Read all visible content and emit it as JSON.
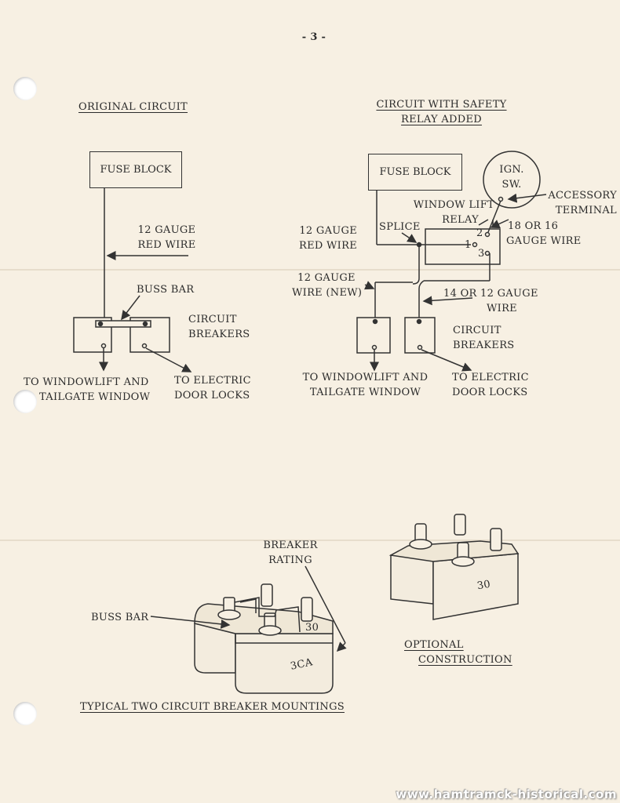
{
  "page_number": "- 3 -",
  "original": {
    "heading": "ORIGINAL CIRCUIT",
    "fuse_block": "FUSE BLOCK",
    "wire_label": [
      "12 GAUGE",
      "RED WIRE"
    ],
    "buss_bar": "BUSS BAR",
    "breakers": [
      "CIRCUIT",
      "BREAKERS"
    ],
    "out_left": [
      "TO WINDOWLIFT AND",
      "TAILGATE WINDOW"
    ],
    "out_right": [
      "TO ELECTRIC",
      "DOOR LOCKS"
    ]
  },
  "relay": {
    "heading": [
      "CIRCUIT WITH SAFETY",
      "RELAY ADDED"
    ],
    "fuse_block": "FUSE BLOCK",
    "ign_sw": [
      "IGN.",
      "SW."
    ],
    "accessory": [
      "ACCESSORY",
      "TERMINAL"
    ],
    "relay_label": [
      "WINDOW LIFT",
      "RELAY"
    ],
    "terminal_2": "2",
    "terminal_1": "1",
    "terminal_3": "3",
    "splice": "SPLICE",
    "wire_red": [
      "12 GAUGE",
      "RED WIRE"
    ],
    "gauge_18": [
      "18 OR 16",
      "GAUGE WIRE"
    ],
    "wire_new": [
      "12 GAUGE",
      "WIRE (NEW)"
    ],
    "wire_14": [
      "14 OR 12 GAUGE",
      "WIRE"
    ],
    "breakers": [
      "CIRCUIT",
      "BREAKERS"
    ],
    "out_left": [
      "TO WINDOWLIFT AND",
      "TAILGATE WINDOW"
    ],
    "out_right": [
      "TO ELECTRIC",
      "DOOR LOCKS"
    ]
  },
  "mountings": {
    "breaker_rating": [
      "BREAKER",
      "RATING"
    ],
    "buss_bar": "BUSS BAR",
    "rating_top": "30",
    "rating_front": "3CA",
    "rating_optional": "30",
    "optional": [
      "OPTIONAL",
      "CONSTRUCTION"
    ],
    "caption": "TYPICAL TWO CIRCUIT BREAKER MOUNTINGS"
  },
  "watermark": "www.hamtramck-historical.com"
}
